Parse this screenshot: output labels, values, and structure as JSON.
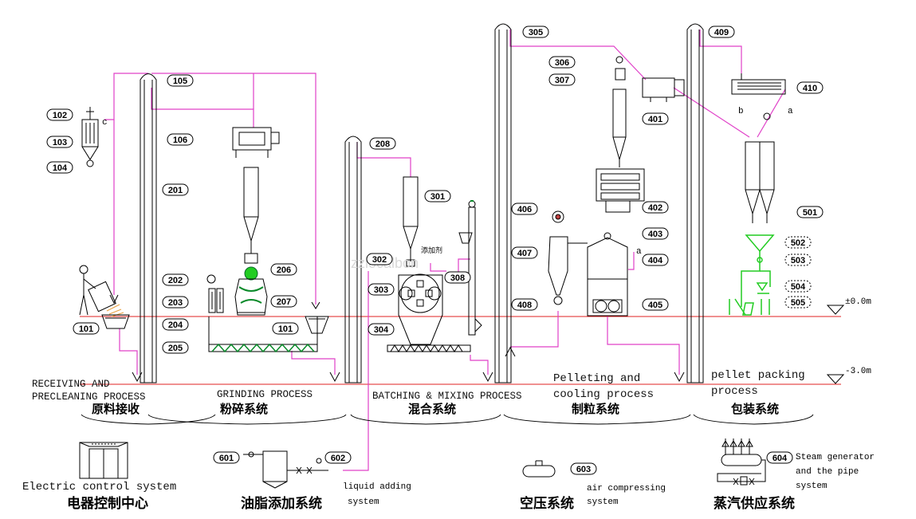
{
  "labels": {
    "l102": "102",
    "l103": "103",
    "l104": "104",
    "l105": "105",
    "l106": "106",
    "l201": "201",
    "l202": "202",
    "l203": "203",
    "l204": "204",
    "l205": "205",
    "l206": "206",
    "l207": "207",
    "l101a": "101",
    "l101b": "101",
    "l208": "208",
    "l301": "301",
    "l302": "302",
    "l303": "303",
    "l304": "304",
    "l308": "308",
    "l305": "305",
    "l306": "306",
    "l307": "307",
    "l401": "401",
    "l402": "402",
    "l403": "403",
    "l404": "404",
    "l405": "405",
    "l406": "406",
    "l407": "407",
    "l408": "408",
    "l409": "409",
    "l410": "410",
    "l501": "501",
    "l502": "502",
    "l503": "503",
    "l504": "504",
    "l505": "505",
    "l601": "601",
    "l602": "602",
    "l603": "603",
    "l604": "604"
  },
  "levels": {
    "ground": "±0.0m",
    "pit": "-3.0m"
  },
  "markers": {
    "c": "c",
    "a1": "a",
    "a2": "a",
    "b": "b"
  },
  "additive_label": "添加剂",
  "watermark": "zzlocalbon",
  "sections": [
    {
      "en1": "RECEIVING AND",
      "en2": "PRECLEANING  PROCESS",
      "cn": "原料接收"
    },
    {
      "en1": "GRINDING PROCESS",
      "en2": "",
      "cn": "粉碎系统"
    },
    {
      "en1": "BATCHING & MIXING PROCESS",
      "en2": "",
      "cn": "混合系统"
    },
    {
      "en1": "Pelleting and",
      "en2": "cooling process",
      "cn": "制粒系统"
    },
    {
      "en1": "pellet packing",
      "en2": "process",
      "cn": "包装系统"
    }
  ],
  "aux": {
    "electric": {
      "en": "Electric control system",
      "cn": "电器控制中心"
    },
    "oil": {
      "en1": "liquid adding",
      "en2": "system",
      "cn": "油脂添加系统"
    },
    "air": {
      "en1": "air compressing",
      "en2": "system",
      "cn": "空压系统"
    },
    "steam": {
      "en1": "Steam generator",
      "en2": "and the pipe",
      "en3": "system",
      "cn": "蒸汽供应系统"
    }
  },
  "colors": {
    "pipe": "#e040c8",
    "ground_line": "#e02020",
    "line": "#000000",
    "green": "#22cc22",
    "dark_green": "#0a8a2a"
  }
}
